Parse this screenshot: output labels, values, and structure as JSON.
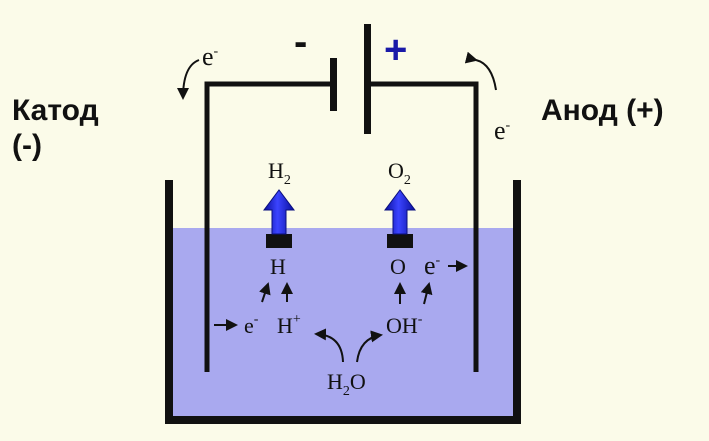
{
  "cathode": {
    "label_line1": "Катод",
    "label_line2": "(-)"
  },
  "anode": {
    "label": "Анод (+)"
  },
  "battery": {
    "minus": "-",
    "plus": "+"
  },
  "electron_left": {
    "base": "e",
    "sup": "-"
  },
  "electron_right": {
    "base": "e",
    "sup": "-"
  },
  "gas_cathode": {
    "base": "H",
    "sub": "2"
  },
  "gas_anode": {
    "base": "O",
    "sub": "2"
  },
  "atom_h": "H",
  "atom_o": "O",
  "electron_anode": {
    "base": "e",
    "sup": "-"
  },
  "electron_cathode": {
    "base": "e",
    "sup": "-"
  },
  "ion_h": {
    "base": "H",
    "sup": "+"
  },
  "ion_oh": {
    "base": "OH",
    "sup": "-"
  },
  "water": {
    "base": "H",
    "sub": "2",
    "tail": "O"
  },
  "colors": {
    "background": "#fbfbe9",
    "water": "#a9a9ef",
    "arrow_blue": "#1f25d8",
    "plus_sign": "#1a1aa8"
  }
}
